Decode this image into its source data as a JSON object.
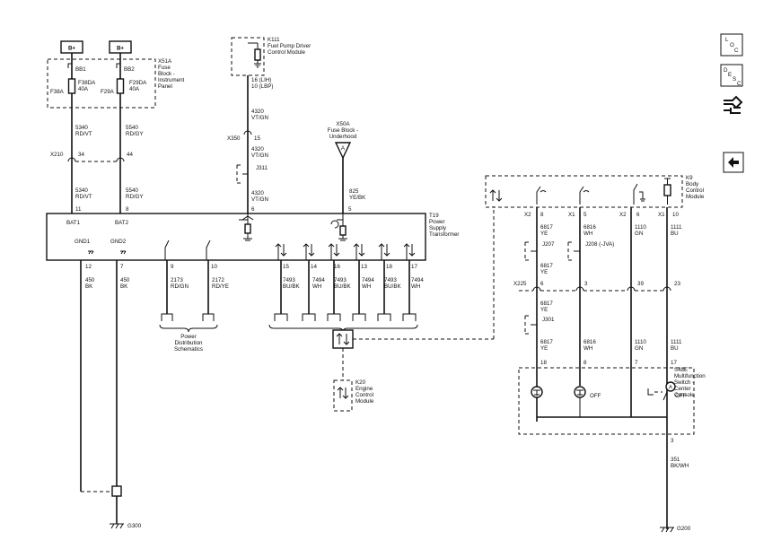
{
  "battery": [
    {
      "label": "B+"
    },
    {
      "label": "B+"
    }
  ],
  "fuse_block_ip": {
    "ref": "X51A",
    "name_lines": [
      "Fuse",
      "Block -",
      "Instrument",
      "Panel"
    ],
    "bb1": "BB1",
    "bb2": "BB2",
    "fuse1_id": "F38DA",
    "fuse1_rating": "40A",
    "fuse1_short": "F38A",
    "fuse2_id": "F29DA",
    "fuse2_rating": "40A",
    "fuse2_short": "F29A"
  },
  "k111": {
    "ref": "K111",
    "name_lines": [
      "Fuel Pump Driver",
      "Control Module"
    ],
    "pin_lines": [
      "16 (LIH)",
      "10 (LBP)"
    ]
  },
  "x350": {
    "ref": "X350",
    "pin": "15"
  },
  "j311": {
    "ref": "J311"
  },
  "x210": {
    "ref": "X210",
    "pin_left": "34",
    "pin_right": "44"
  },
  "x50a": {
    "ref": "X50A",
    "name_lines": [
      "Fuse Block -",
      "Underhood"
    ],
    "glyph": "A"
  },
  "wires": {
    "w5340_a": [
      "5340",
      "RD/VT"
    ],
    "w5540_a": [
      "5540",
      "RD/GY"
    ],
    "w5340_b": [
      "5340",
      "RD/VT"
    ],
    "w5540_b": [
      "5540",
      "RD/GY"
    ],
    "w4320_a": [
      "4320",
      "VT/GN"
    ],
    "w4320_b": [
      "4320",
      "VT/GN"
    ],
    "w4320_c": [
      "4320",
      "VT/GN"
    ],
    "w825": [
      "825",
      "YE/BK"
    ],
    "w450_a": [
      "450",
      "BK"
    ],
    "w450_b": [
      "450",
      "BK"
    ],
    "w2173": [
      "2173",
      "RD/GN"
    ],
    "w2172": [
      "2172",
      "RD/YE"
    ],
    "w7493_a": [
      "7493",
      "BU/BK"
    ],
    "w7494_a": [
      "7494",
      "WH"
    ],
    "w7493_b": [
      "7493",
      "BU/BK"
    ],
    "w7494_b": [
      "7494",
      "WH"
    ],
    "w7493_c": [
      "7493",
      "BU/BK"
    ],
    "w7494_c": [
      "7494",
      "WH"
    ],
    "w6817_a": [
      "6817",
      "YE"
    ],
    "w6816_a": [
      "6816",
      "WH"
    ],
    "w1110_a": [
      "1110",
      "GN"
    ],
    "w1111_a": [
      "1111",
      "BU"
    ],
    "w6817_b": [
      "6817",
      "YE"
    ],
    "w6817_c": [
      "6817",
      "YE"
    ],
    "w6817_d": [
      "6817",
      "YE"
    ],
    "w6816_b": [
      "6816",
      "WH"
    ],
    "w1110_b": [
      "1110",
      "GN"
    ],
    "w1111_b": [
      "1111",
      "BU"
    ],
    "w351": [
      "351",
      "BK/WH"
    ]
  },
  "t19": {
    "ref": "T19",
    "name_lines": [
      "Power",
      "Supply",
      "Transformer"
    ],
    "pins_top": [
      "11",
      "8",
      "6",
      "5"
    ],
    "bat1": "BAT1",
    "bat2": "BAT2",
    "gnd1": "GND1",
    "gnd2": "GND2",
    "pins_bottom": [
      "12",
      "7",
      "9",
      "10",
      "15",
      "14",
      "16",
      "13",
      "18",
      "17"
    ]
  },
  "power_dist": {
    "lines": [
      "Power",
      "Distribution",
      "Schematics"
    ]
  },
  "k20": {
    "ref": "K20",
    "name_lines": [
      "Engine",
      "Control",
      "Module"
    ]
  },
  "k9": {
    "ref": "K9",
    "name_lines": [
      "Body",
      "Control",
      "Module"
    ],
    "conn_labels": [
      "X2",
      "X1",
      "X2",
      "X1"
    ],
    "pins": [
      "8",
      "5",
      "6",
      "10"
    ]
  },
  "j207": {
    "ref": "J207"
  },
  "j208": {
    "ref": "J208 (-JVA)"
  },
  "x225": {
    "ref": "X225",
    "pins": [
      "6",
      "3",
      "39",
      "23"
    ]
  },
  "j301": {
    "ref": "J301"
  },
  "s48e": {
    "ref": "S48E",
    "name_lines": [
      "Multifunction",
      "Switch -",
      "Center",
      "Console"
    ],
    "pins": [
      "18",
      "8",
      "7",
      "17",
      "3"
    ],
    "off1": "OFF",
    "off2": "OFF",
    "glyph": "A"
  },
  "grounds": {
    "g300": "G300",
    "g200": "G200"
  },
  "nav": {
    "loc": {
      "l1": "L",
      "l2": "O",
      "l3": "C"
    },
    "desc": {
      "l1": "D",
      "l2": "E",
      "l3": "S",
      "l4": "C"
    }
  }
}
